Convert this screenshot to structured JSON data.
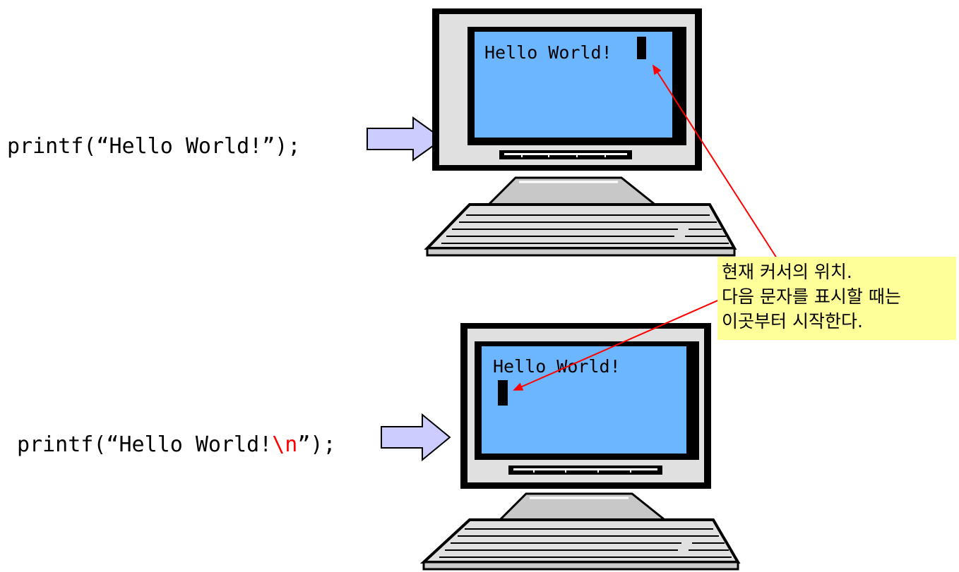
{
  "code_lines": {
    "first": "printf(“Hello World!”);",
    "second_prefix": "printf(“Hello World!",
    "second_escape": "\\n",
    "second_suffix": "”);"
  },
  "screens": {
    "top_text": "Hello World!",
    "bottom_text": "Hello World!"
  },
  "callout": {
    "line1": "현재 커서의 위치.",
    "line2": "다음 문자를 표시할 때는",
    "line3": "이곳부터 시작한다."
  },
  "colors": {
    "screen": "#6cb6ff",
    "arrow_fill": "#ccccff",
    "callout_bg": "#ffff99",
    "pointer_line": "#ff0000",
    "escape_text": "#ff0000"
  }
}
